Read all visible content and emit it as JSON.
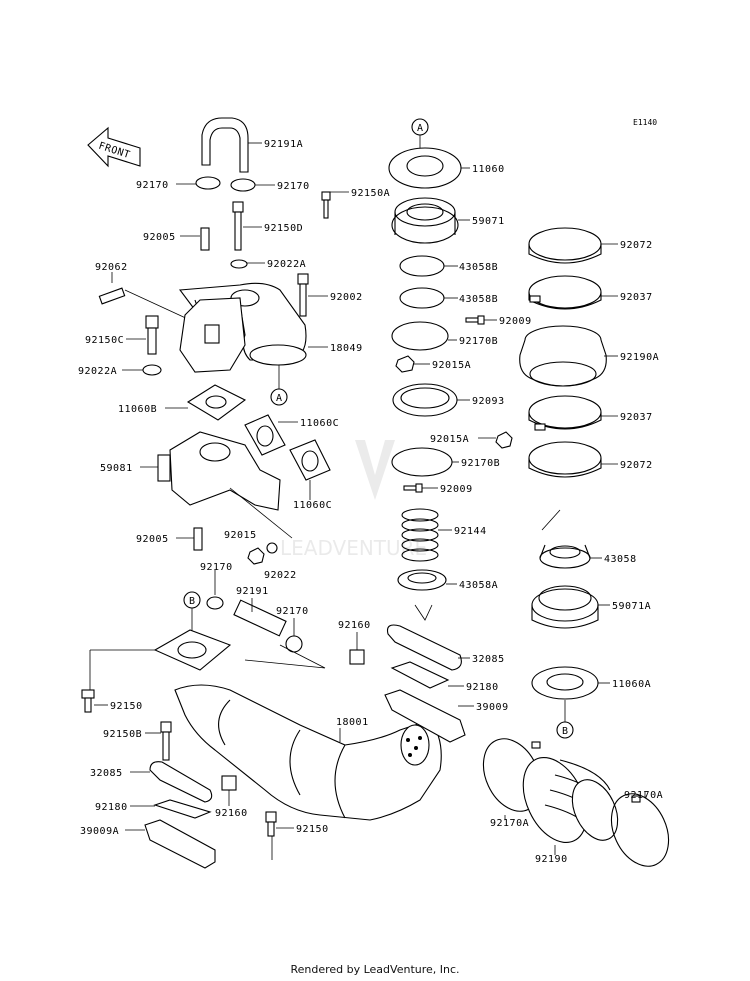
{
  "diagram_code": "E1140",
  "front_label": "FRONT",
  "callouts": [
    "A",
    "A",
    "B",
    "B"
  ],
  "watermark_text": "LEADVENTURE",
  "labels": {
    "p92191A": "92191A",
    "p92170_l": "92170",
    "p92170_r": "92170",
    "p92150A": "92150A",
    "p92005_t": "92005",
    "p92150D": "92150D",
    "p92062": "92062",
    "p92022A_t": "92022A",
    "p92002": "92002",
    "p92150C": "92150C",
    "p18049": "18049",
    "p92022A_l": "92022A",
    "p11060B": "11060B",
    "p11060C_t": "11060C",
    "p59081": "59081",
    "p11060C_b": "11060C",
    "p92005_b": "92005",
    "p92015": "92015",
    "p92022": "92022",
    "p92170_m": "92170",
    "p92191": "92191",
    "p92170_m2": "92170",
    "p92160_t": "92160",
    "p92150": "92150",
    "p92150B": "92150B",
    "p18001": "18001",
    "p32085_l": "32085",
    "p92180_l": "92180",
    "p92160_b": "92160",
    "p39009A": "39009A",
    "p92150_b": "92150",
    "p11060": "11060",
    "p59071": "59071",
    "p43058B_1": "43058B",
    "p43058B_2": "43058B",
    "p92009_t": "92009",
    "p92170B_t": "92170B",
    "p92015A_t": "92015A",
    "p92093": "92093",
    "p92015A_b": "92015A",
    "p92170B_b": "92170B",
    "p92009_b": "92009",
    "p92144": "92144",
    "p43058A": "43058A",
    "p32085_r": "32085",
    "p92180_r": "92180",
    "p39009": "39009",
    "p92072_t": "92072",
    "p92037_t": "92037",
    "p92190A": "92190A",
    "p92037_b": "92037",
    "p92072_b": "92072",
    "p43058": "43058",
    "p59071A": "59071A",
    "p11060A": "11060A",
    "p92170A_l": "92170A",
    "p92170A_r": "92170A",
    "p92190": "92190"
  },
  "footer": "Rendered by LeadVenture, Inc."
}
